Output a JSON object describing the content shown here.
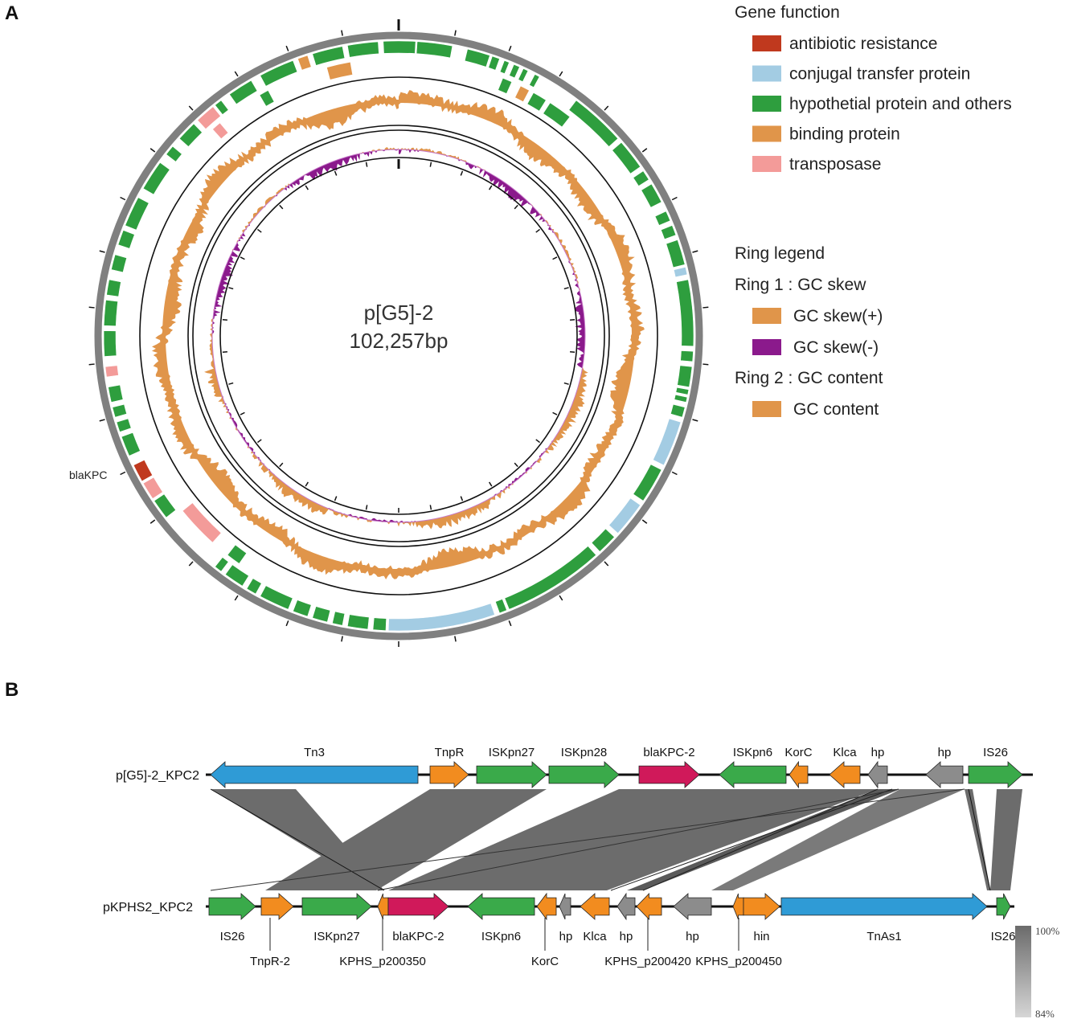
{
  "panel_a": {
    "letter": "A",
    "plasmid_name": "p[G5]-2",
    "plasmid_size": "102,257bp",
    "gene_label": "blaKPC",
    "legend": {
      "gene_function_title": "Gene function",
      "gene_function_items": [
        {
          "label": "antibiotic resistance",
          "color": "#c0391e"
        },
        {
          "label": "conjugal transfer protein",
          "color": "#a3cce3"
        },
        {
          "label": "hypothetial protein and others",
          "color": "#2e9e3e"
        },
        {
          "label": "binding protein",
          "color": "#e0954a"
        },
        {
          "label": "transposase",
          "color": "#f39b99"
        }
      ],
      "ring_legend_title": "Ring legend",
      "ring1_title": "Ring 1 : GC skew",
      "ring1_items": [
        {
          "label": "GC skew(+)",
          "color": "#e0954a"
        },
        {
          "label": "GC skew(-)",
          "color": "#8b1a8c"
        }
      ],
      "ring2_title": "Ring 2 : GC content",
      "ring2_items": [
        {
          "label": "GC content",
          "color": "#e0954a"
        }
      ]
    }
  },
  "panel_b": {
    "letter": "B",
    "top_track": {
      "name": "p[G5]-2_KPC2",
      "genes": [
        {
          "label": "Tn3",
          "start": 262,
          "end": 520,
          "dir": "left",
          "color": "#2f9bd6"
        },
        {
          "label": "TnpR",
          "start": 535,
          "end": 583,
          "dir": "right",
          "color": "#f28c1f"
        },
        {
          "label": "ISKpn27",
          "start": 593,
          "end": 680,
          "dir": "right",
          "color": "#3aaa4a"
        },
        {
          "label": "ISKpn28",
          "start": 683,
          "end": 770,
          "dir": "right",
          "color": "#3aaa4a"
        },
        {
          "label": "blaKPC-2",
          "start": 795,
          "end": 870,
          "dir": "right",
          "color": "#d0195a"
        },
        {
          "label": "ISKpn6",
          "start": 895,
          "end": 978,
          "dir": "left",
          "color": "#3aaa4a"
        },
        {
          "label": "KorC",
          "start": 982,
          "end": 1005,
          "dir": "left",
          "color": "#f28c1f"
        },
        {
          "label": "Klca",
          "start": 1032,
          "end": 1070,
          "dir": "left",
          "color": "#f28c1f"
        },
        {
          "label": "hp",
          "start": 1080,
          "end": 1104,
          "dir": "left",
          "color": "#8c8c8c"
        },
        {
          "label": "hp",
          "start": 1152,
          "end": 1198,
          "dir": "left",
          "color": "#8c8c8c"
        },
        {
          "label": "IS26",
          "start": 1205,
          "end": 1272,
          "dir": "right",
          "color": "#3aaa4a"
        }
      ]
    },
    "bottom_track": {
      "name": "pKPHS2_KPC2",
      "genes": [
        {
          "label": "IS26",
          "start": 260,
          "end": 318,
          "dir": "right",
          "color": "#3aaa4a",
          "pos": "below"
        },
        {
          "label": "TnpR-2",
          "start": 325,
          "end": 365,
          "dir": "right",
          "color": "#f28c1f",
          "pos": "leader"
        },
        {
          "label": "ISKpn27",
          "start": 376,
          "end": 462,
          "dir": "right",
          "color": "#3aaa4a",
          "pos": "below"
        },
        {
          "label": "KPHS_p200350",
          "start": 470,
          "end": 483,
          "dir": "left",
          "color": "#f28c1f",
          "pos": "leader"
        },
        {
          "label": "blaKPC-2",
          "start": 483,
          "end": 558,
          "dir": "right",
          "color": "#d0195a",
          "pos": "below"
        },
        {
          "label": "ISKpn6",
          "start": 582,
          "end": 665,
          "dir": "left",
          "color": "#3aaa4a",
          "pos": "below"
        },
        {
          "label": "KorC",
          "start": 668,
          "end": 692,
          "dir": "left",
          "color": "#f28c1f",
          "pos": "leader"
        },
        {
          "label": "hp",
          "start": 696,
          "end": 710,
          "dir": "left",
          "color": "#8c8c8c",
          "pos": "below"
        },
        {
          "label": "Klca",
          "start": 722,
          "end": 758,
          "dir": "left",
          "color": "#f28c1f",
          "pos": "below"
        },
        {
          "label": "hp",
          "start": 768,
          "end": 790,
          "dir": "left",
          "color": "#8c8c8c",
          "pos": "below"
        },
        {
          "label": "KPHS_p200420",
          "start": 792,
          "end": 823,
          "dir": "left",
          "color": "#f28c1f",
          "pos": "leader"
        },
        {
          "label": "hp",
          "start": 838,
          "end": 885,
          "dir": "left",
          "color": "#8c8c8c",
          "pos": "below"
        },
        {
          "label": "KPHS_p200450",
          "start": 912,
          "end": 925,
          "dir": "left",
          "color": "#f28c1f",
          "pos": "leader"
        },
        {
          "label": "hin",
          "start": 925,
          "end": 970,
          "dir": "right",
          "color": "#f28c1f",
          "pos": "below"
        },
        {
          "label": "TnAs1",
          "start": 972,
          "end": 1228,
          "dir": "right",
          "color": "#2f9bd6",
          "pos": "below"
        },
        {
          "label": "IS26",
          "start": 1240,
          "end": 1257,
          "dir": "right",
          "color": "#3aaa4a",
          "pos": "below"
        }
      ]
    },
    "identity_scale": {
      "max_label": "100%",
      "min_label": "84%"
    }
  }
}
